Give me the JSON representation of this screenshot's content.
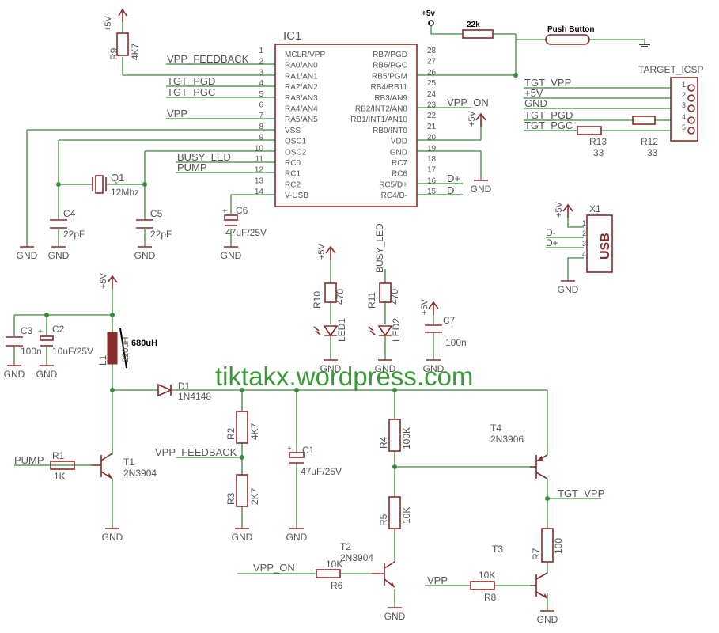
{
  "ic1": {
    "name": "IC1",
    "left_pins": [
      {
        "num": "1",
        "name": "MCLR/VPP"
      },
      {
        "num": "2",
        "name": "RA0/AN0"
      },
      {
        "num": "3",
        "name": "RA1/AN1"
      },
      {
        "num": "4",
        "name": "RA2/AN2"
      },
      {
        "num": "5",
        "name": "RA3/AN3"
      },
      {
        "num": "6",
        "name": "RA4/AN4"
      },
      {
        "num": "7",
        "name": "RA5/AN5"
      },
      {
        "num": "8",
        "name": "VSS"
      },
      {
        "num": "9",
        "name": "OSC1"
      },
      {
        "num": "10",
        "name": "OSC2"
      },
      {
        "num": "11",
        "name": "RC0"
      },
      {
        "num": "12",
        "name": "RC1"
      },
      {
        "num": "13",
        "name": "RC2"
      },
      {
        "num": "14",
        "name": "V-USB"
      }
    ],
    "right_pins": [
      {
        "num": "28",
        "name": "RB7/PGD"
      },
      {
        "num": "27",
        "name": "RB6/PGC"
      },
      {
        "num": "26",
        "name": "RB5/PGM"
      },
      {
        "num": "25",
        "name": "RB4/RB11"
      },
      {
        "num": "24",
        "name": "RB3/AN9"
      },
      {
        "num": "23",
        "name": "RB2/INT2/AN8"
      },
      {
        "num": "22",
        "name": "RB1/INT1/AN10"
      },
      {
        "num": "21",
        "name": "RB0/INT0"
      },
      {
        "num": "20",
        "name": "VDD"
      },
      {
        "num": "19",
        "name": "GND"
      },
      {
        "num": "18",
        "name": "RC7"
      },
      {
        "num": "17",
        "name": "RC6"
      },
      {
        "num": "16",
        "name": "RC5/D+"
      },
      {
        "num": "15",
        "name": "RC4/D-"
      }
    ]
  },
  "left_nets": {
    "vpp_feedback": "VPP_FEEDBACK",
    "tgt_pgd": "TGT_PGD",
    "tgt_pgc": "TGT_PGC",
    "vpp": "VPP",
    "busy_led": "BUSY_LED",
    "pump": "PUMP"
  },
  "right_nets": {
    "vpp_on": "VPP_ON",
    "d_plus": "D+",
    "d_minus": "D-"
  },
  "power": {
    "plus5v": "+5V",
    "gnd": "GND",
    "plus5v_small": "+5v"
  },
  "button": {
    "r22k": "22k",
    "push": "Push Button"
  },
  "icsp": {
    "title": "TARGET_ICSP",
    "signals": [
      "TGT_VPP",
      "+5V",
      "GND",
      "TGT_PGD",
      "TGT_PGC"
    ],
    "pins": [
      "1",
      "2",
      "3",
      "4",
      "5"
    ],
    "r12": {
      "name": "R12",
      "value": "33"
    },
    "r13": {
      "name": "R13",
      "value": "33"
    }
  },
  "usb": {
    "name": "X1",
    "label": "USB",
    "pins": [
      "1",
      "2",
      "3",
      "4"
    ],
    "signals": [
      "+5V",
      "D-",
      "D+"
    ]
  },
  "parts": {
    "r9": {
      "name": "R9",
      "value": "4K7"
    },
    "q1": {
      "name": "Q1",
      "value": "12Mhz"
    },
    "c4": {
      "name": "C4",
      "value": "22pF"
    },
    "c5": {
      "name": "C5",
      "value": "22pF"
    },
    "c6": {
      "name": "C6",
      "value": "47uF/25V"
    },
    "r10": {
      "name": "R10",
      "value": "470"
    },
    "r11": {
      "name": "R11",
      "value": "470"
    },
    "led1": "LED1",
    "led2": "LED2",
    "c7": {
      "name": "C7",
      "value": "100n"
    },
    "c3": {
      "name": "C3",
      "value": "100n"
    },
    "c2": {
      "name": "C2",
      "value": "10uF/25V"
    },
    "l1": {
      "name": "L1",
      "value": "220uH",
      "note": "680uH"
    },
    "d1": {
      "name": "D1",
      "value": "1N4148"
    },
    "r2": {
      "name": "R2",
      "value": "4K7"
    },
    "r3": {
      "name": "R3",
      "value": "2K7"
    },
    "c1": {
      "name": "C1",
      "value": "47uF/25V"
    },
    "r1": {
      "name": "R1",
      "value": "1K"
    },
    "t1": {
      "name": "T1",
      "value": "2N3904"
    },
    "r4": {
      "name": "R4",
      "value": "100K"
    },
    "r5": {
      "name": "R5",
      "value": "10K"
    },
    "t2": {
      "name": "T2",
      "value": "2N3904"
    },
    "r6": {
      "name": "R6",
      "value": "10K"
    },
    "t4": {
      "name": "T4",
      "value": "2N3906"
    },
    "r7": {
      "name": "R7",
      "value": "100"
    },
    "t3": {
      "name": "T3"
    },
    "r8": {
      "name": "R8",
      "value": "10K"
    }
  },
  "watermark": "tiktakx.wordpress.com"
}
